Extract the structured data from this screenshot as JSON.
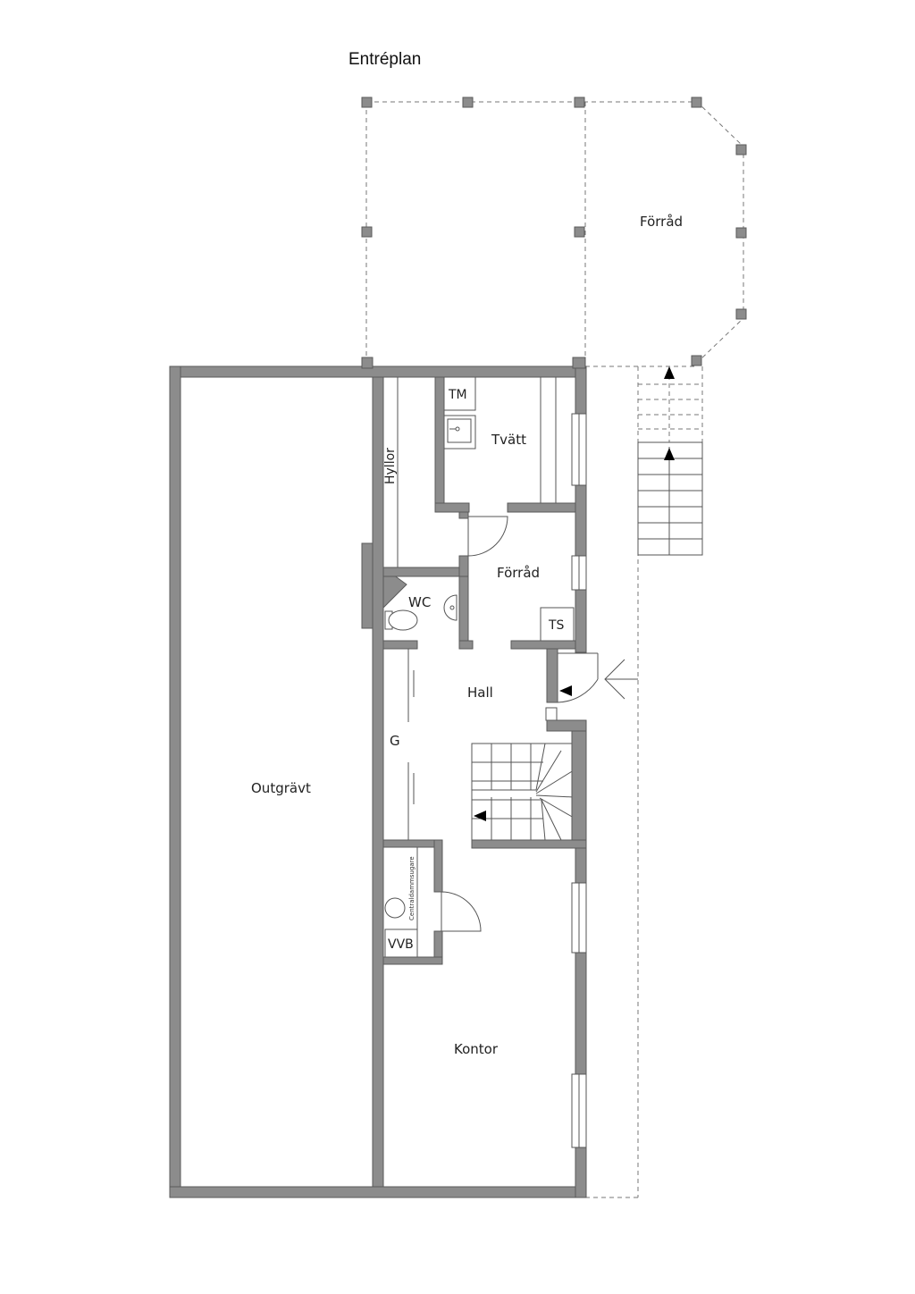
{
  "floor": {
    "title": "Entréplan"
  },
  "rooms": {
    "forrad_outdoor": "Förråd",
    "tm": "TM",
    "tvatt": "Tvätt",
    "hyllor": "Hyllor",
    "forrad": "Förråd",
    "wc": "WC",
    "ts": "TS",
    "hall": "Hall",
    "g": "G",
    "outgravt": "Outgrävt",
    "centraldammsugare": "Centraldammsugare",
    "vvb": "VVB",
    "kontor": "Kontor"
  },
  "colors": {
    "wall": "#8c8c8c",
    "line": "#555555",
    "background": "#ffffff"
  }
}
